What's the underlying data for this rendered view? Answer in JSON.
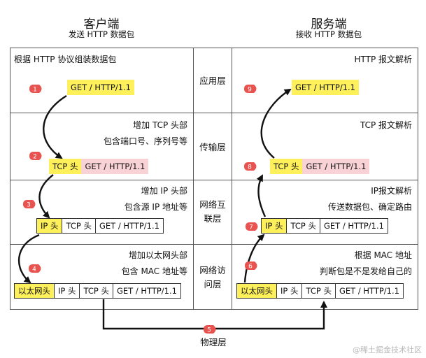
{
  "client": {
    "title": "客户端",
    "subtitle": "发送 HTTP 数据包"
  },
  "server": {
    "title": "服务端",
    "subtitle": "接收 HTTP 数据包"
  },
  "layers": {
    "app": "应用层",
    "transport": "传输层",
    "network_1": "网络互",
    "network_2": "联层",
    "link_1": "网络访",
    "link_2": "问层",
    "physical": "物理层"
  },
  "client_notes": {
    "app": "根据 HTTP 协议组装数据包",
    "transport_1": "增加 TCP 头部",
    "transport_2": "包含端口号、序列号等",
    "network_1": "增加 IP 头部",
    "network_2": "包含源 IP 地址等",
    "link_1": "增加以太网头部",
    "link_2": "包含 MAC 地址等"
  },
  "server_notes": {
    "app": "HTTP 报文解析",
    "transport": "TCP 报文解析",
    "network_1": "IP报文解析",
    "network_2": "传送数据包、确定路由",
    "link_1": "根据 MAC 地址",
    "link_2": "判断包是不是发给自己的"
  },
  "packets": {
    "http": "GET / HTTP/1.1",
    "tcp": "TCP 头",
    "ip": "IP 头",
    "eth": "以太网头"
  },
  "steps": [
    "1",
    "2",
    "3",
    "4",
    "5",
    "6",
    "7",
    "8",
    "9"
  ],
  "colors": {
    "badge": "#e9534f",
    "yellow": "#fdf05a",
    "pink": "#f9d2d6"
  },
  "watermark": "@稀土掘金技术社区"
}
